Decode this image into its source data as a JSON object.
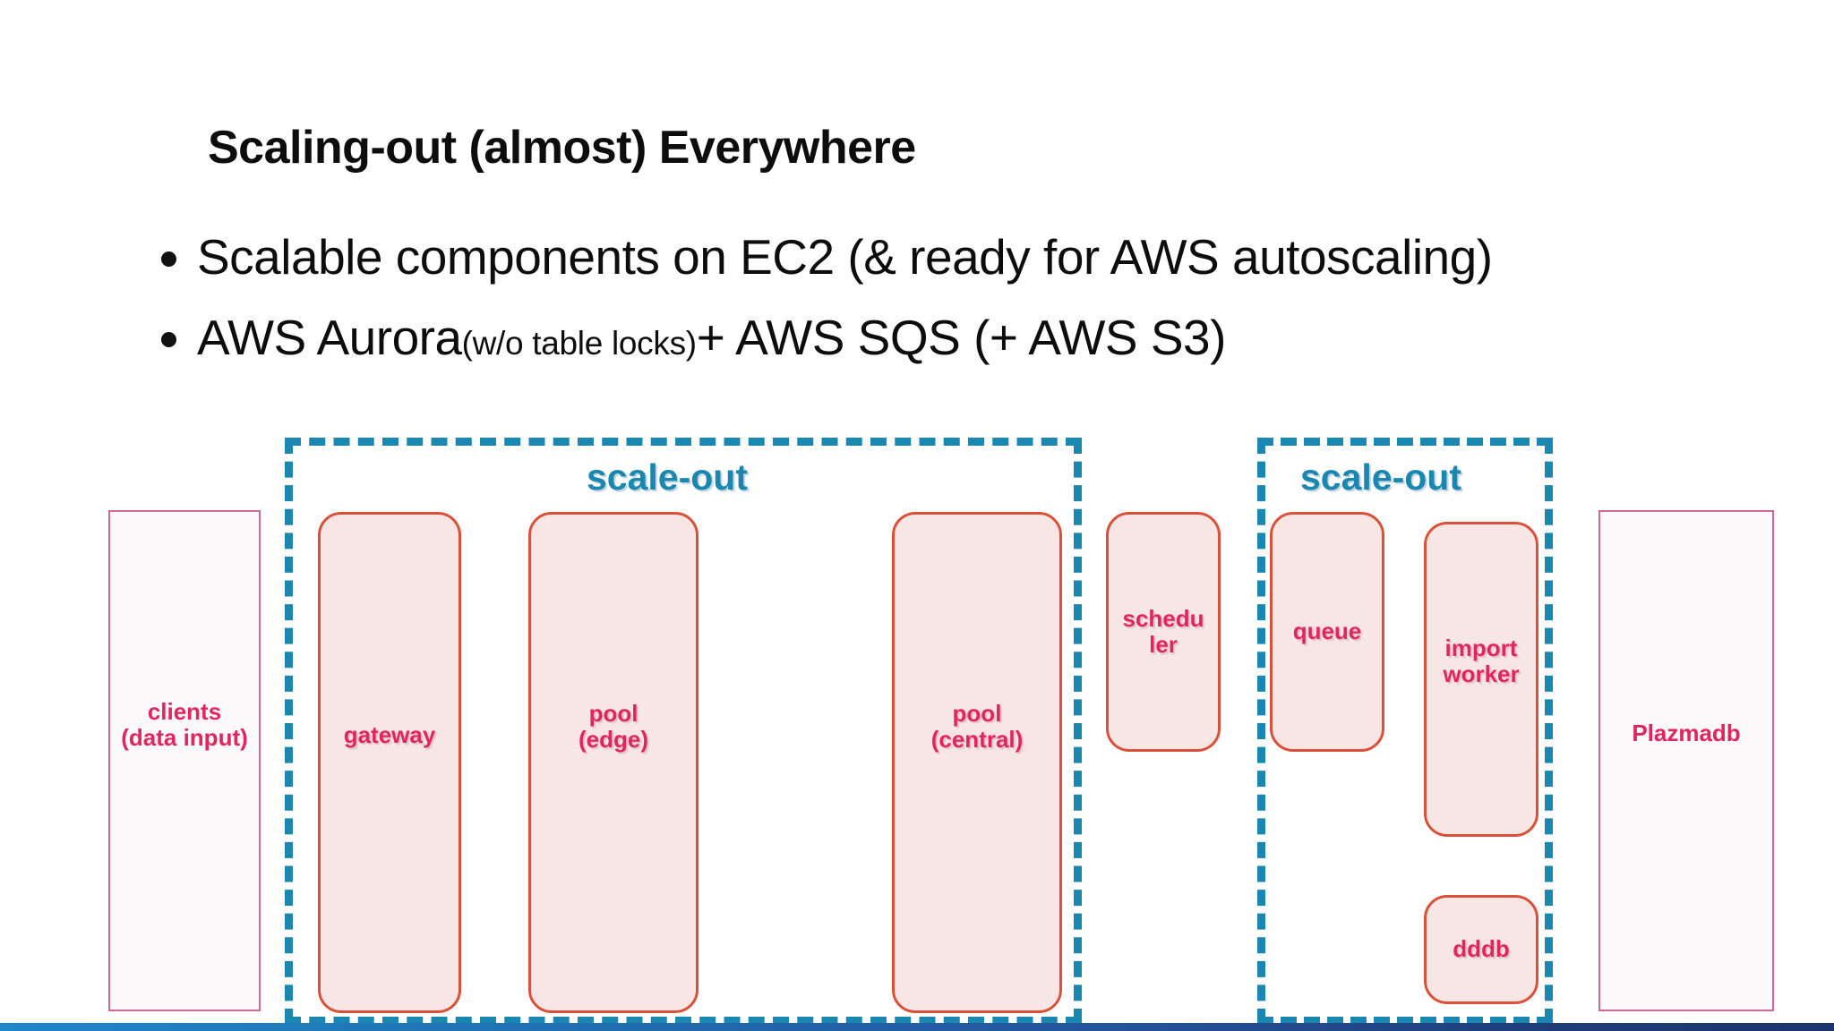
{
  "slide": {
    "title": "Scaling-out (almost) Everywhere",
    "bullets": [
      {
        "main": "Scalable components on EC2 (& ready for AWS autoscaling)",
        "small": "",
        "tail": ""
      },
      {
        "main": "AWS Aurora ",
        "small": "(w/o table locks)",
        "tail": " + AWS SQS (+ AWS S3)"
      }
    ]
  },
  "diagram": {
    "regions": [
      {
        "label": "scale-out"
      },
      {
        "label": "scale-out"
      }
    ],
    "nodes": [
      {
        "id": "clients",
        "label": "clients\n(data input)",
        "shape": "rect"
      },
      {
        "id": "gateway",
        "label": "gateway",
        "shape": "rounded"
      },
      {
        "id": "pool-edge",
        "label": "pool\n(edge)",
        "shape": "rounded"
      },
      {
        "id": "pool-central",
        "label": "pool\n(central)",
        "shape": "rounded"
      },
      {
        "id": "scheduler",
        "label": "schedu\nler",
        "shape": "rounded"
      },
      {
        "id": "queue",
        "label": "queue",
        "shape": "rounded"
      },
      {
        "id": "import-worker",
        "label": "import\nworker",
        "shape": "rounded"
      },
      {
        "id": "dddb",
        "label": "dddb",
        "shape": "rounded"
      },
      {
        "id": "plazmadb",
        "label": "Plazmadb",
        "shape": "rect"
      }
    ]
  },
  "colors": {
    "accent_teal": "#1a87b0",
    "node_border": "#d8513a",
    "node_fill": "#f7e6e3",
    "label_pink": "#e0255f",
    "plain_border": "#d2679a",
    "plain_fill": "#fbf9fa",
    "bar_start": "#1f86c8",
    "bar_end": "#1b3570"
  }
}
